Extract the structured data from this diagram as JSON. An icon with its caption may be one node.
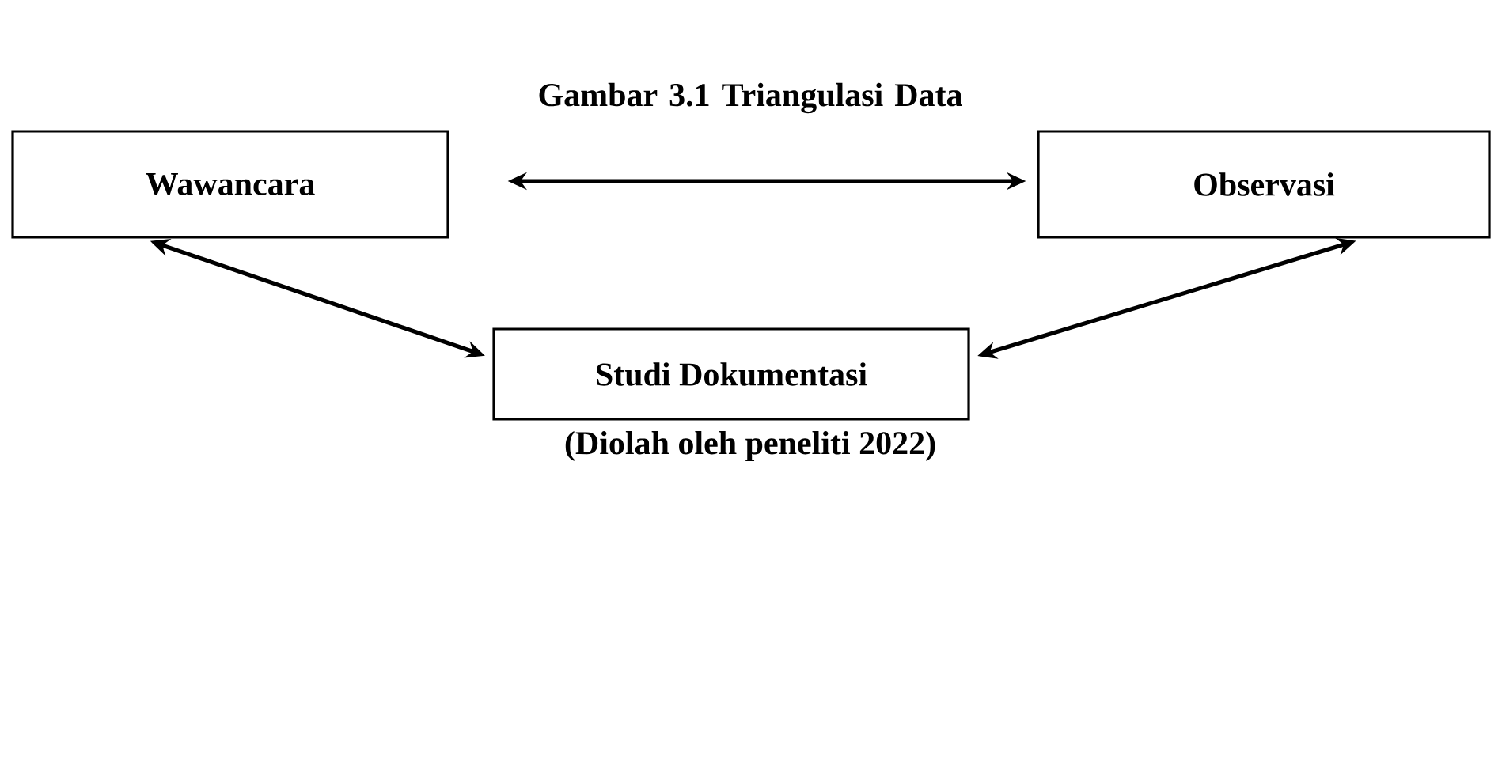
{
  "diagram": {
    "title": "Gambar 3.1 Triangulasi Data",
    "caption": "(Diolah oleh peneliti 2022)",
    "nodes": [
      {
        "text": [
          "Wawancara"
        ]
      },
      {
        "text": [
          "Observasi"
        ]
      },
      {
        "text": [
          "Studi Dokumentasi"
        ]
      }
    ],
    "edges": [
      {
        "from": 0,
        "to": 1,
        "arrow": "both"
      },
      {
        "from": 0,
        "to": 2,
        "arrow": "both"
      },
      {
        "from": 1,
        "to": 2,
        "arrow": "both"
      }
    ]
  }
}
